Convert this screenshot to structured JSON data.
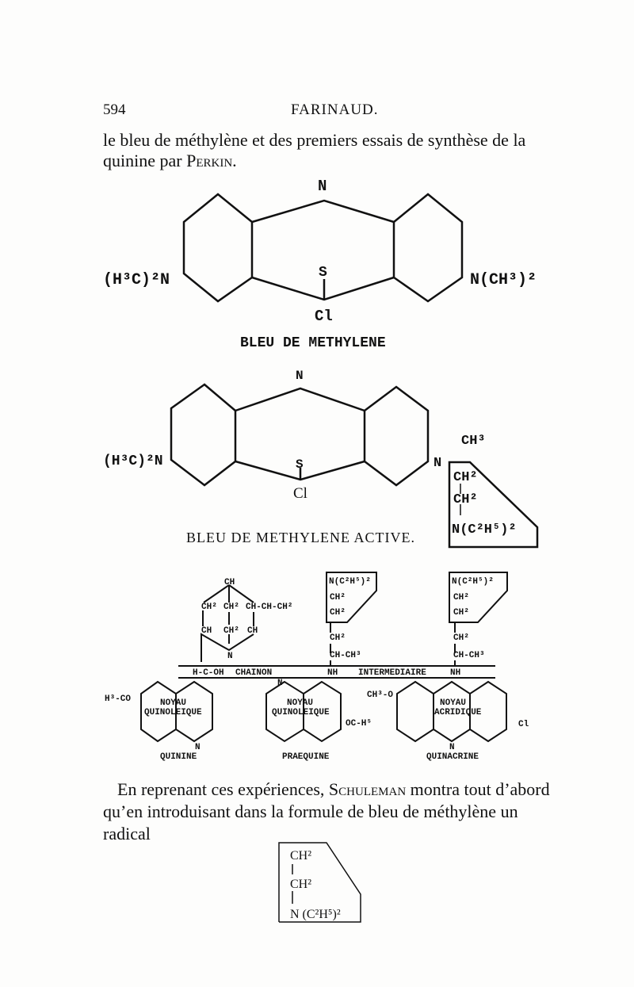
{
  "header": {
    "page_number": "594",
    "running_title": "FARINAUD."
  },
  "intro": {
    "line1": "le bleu de méthylène et des premiers essais de synthèse de la",
    "line2_start": "quinine par ",
    "author": "Perkin",
    "line2_end": "."
  },
  "fig1": {
    "n_top": "N",
    "left_group": "(H³C)²N",
    "s": "S",
    "cl": "Cl",
    "right_group": "N(CH³)²",
    "caption": "BLEU DE METHYLENE"
  },
  "fig2": {
    "n_top": "N",
    "left_group": "(H³C)²N",
    "s": "S",
    "cl": "Cl",
    "n_right": "N",
    "ch3": "CH³",
    "box": [
      "CH²",
      "CH²",
      "N(C²H⁵)²"
    ],
    "caption": "BLEU DE METHYLENE ACTIVE."
  },
  "fig3": {
    "quinine_cage": [
      "CH",
      "CH²",
      "CH²",
      "CH-CH-CH²",
      "CH",
      "CH²",
      "CH",
      "N"
    ],
    "praequine_chain": [
      "N(C²H⁵)²",
      "CH²",
      "CH²",
      "CH²",
      "CH-CH³"
    ],
    "quinacrine_chain": [
      "N(C²H⁵)²",
      "CH²",
      "CH²",
      "CH²",
      "CH-CH³"
    ],
    "band": [
      "H-C-OH",
      "CHAINON",
      "NH",
      "INTERMEDIAIRE",
      "NH"
    ],
    "quinine": {
      "substituent": "H³-CO",
      "core1": "NOYAU",
      "core2": "QUINOLEIQUE",
      "n": "N",
      "name": "QUININE"
    },
    "praequine": {
      "n": "N",
      "core1": "NOYAU",
      "core2": "QUINOLEIQUE",
      "substituent": "OC-H⁵",
      "name": "PRAEQUINE"
    },
    "quinacrine": {
      "substituent": "CH³-O",
      "core1": "NOYAU",
      "core2": "ACRIDIQUE",
      "n": "N",
      "cl": "Cl",
      "name": "QUINACRINE"
    }
  },
  "body": {
    "line1_start": "En reprenant ces expériences, ",
    "author": "Schuleman",
    "line1_end": " montra tout d’abord",
    "line2": "qu’en introduisant dans la formule de bleu de méthylène un",
    "line3": "radical"
  },
  "radical": [
    "CH²",
    "CH²",
    "N (C²H⁵)²"
  ]
}
